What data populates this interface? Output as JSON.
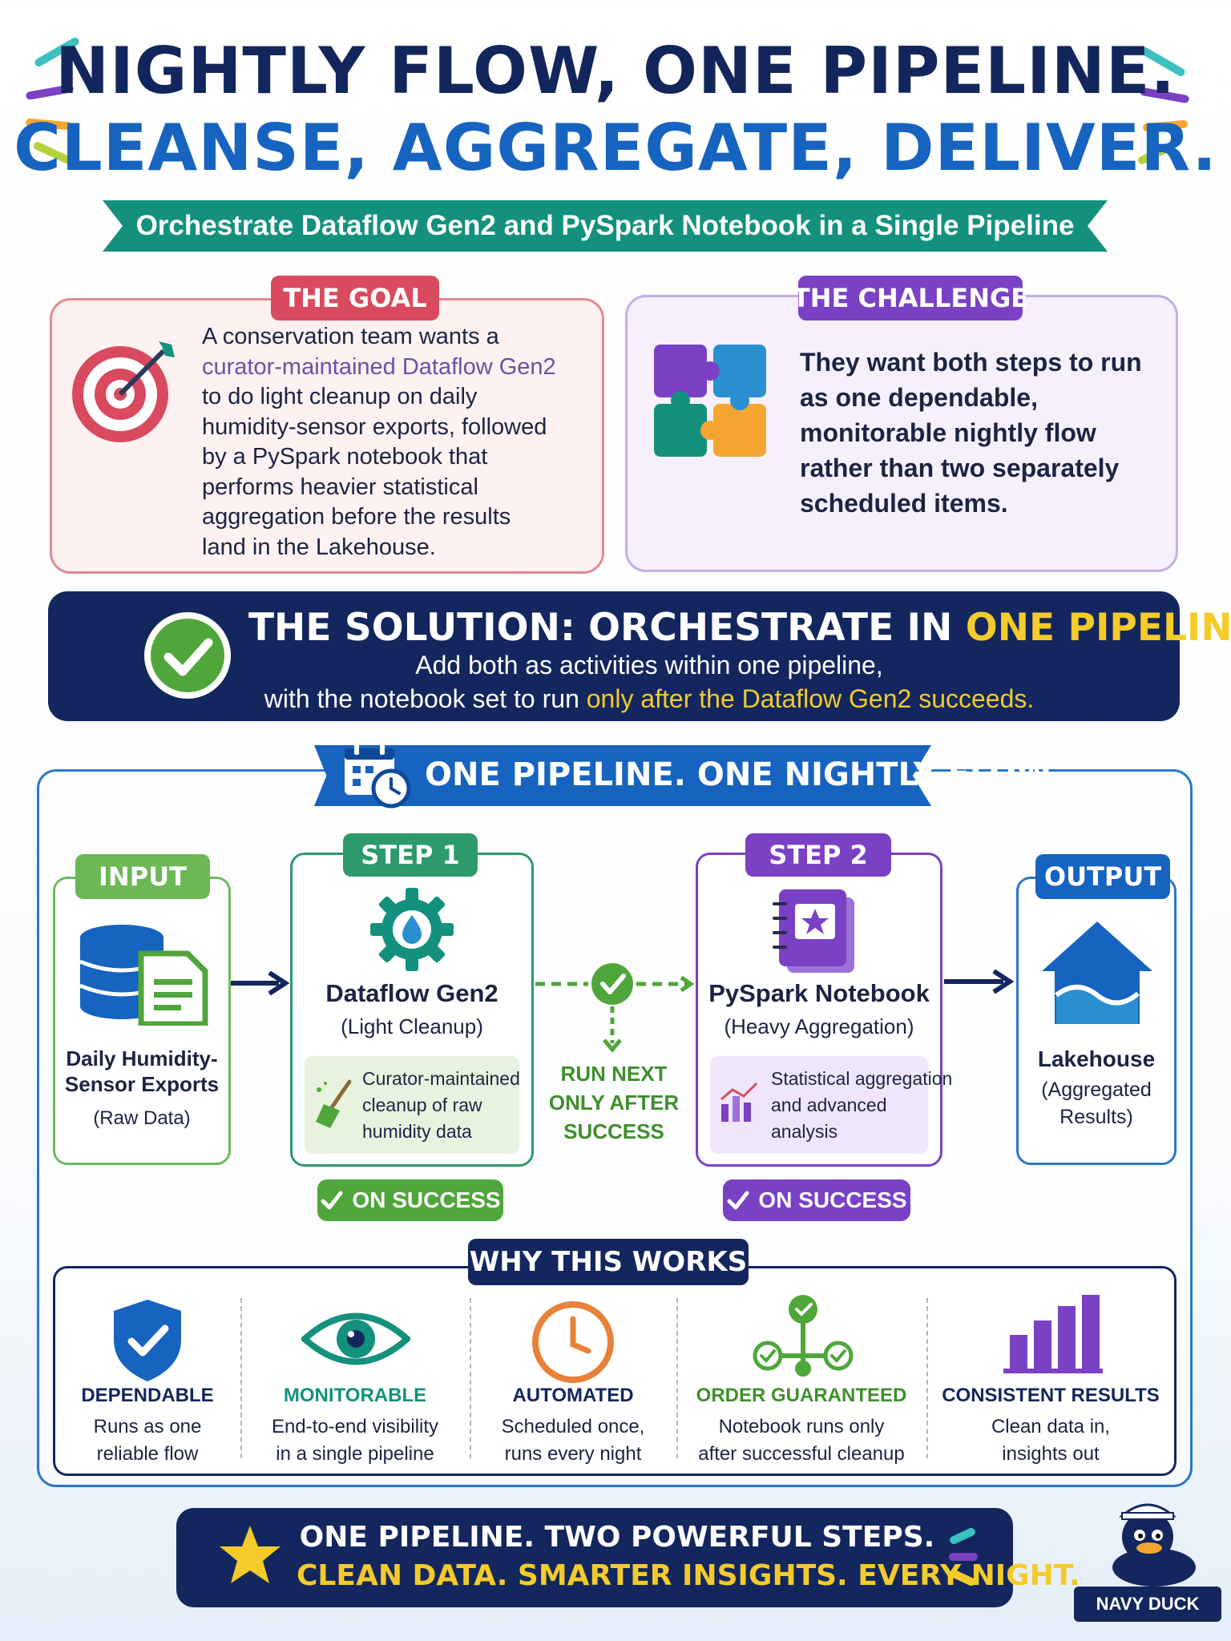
{
  "header": {
    "title_line1": "NIGHTLY FLOW, ONE PIPELINE.",
    "title_line2": "CLEANSE, AGGREGATE, DELIVER.",
    "subtitle": "Orchestrate Dataflow Gen2 and PySpark Notebook in a Single Pipeline"
  },
  "goal": {
    "tag": "THE GOAL",
    "lines": [
      "A conservation team wants a",
      "curator-maintained Dataflow Gen2",
      "to do light cleanup on daily",
      "humidity-sensor exports, followed",
      "by a PySpark notebook that",
      "performs heavier statistical",
      "aggregation before the results",
      "land in the Lakehouse."
    ]
  },
  "challenge": {
    "tag": "THE CHALLENGE",
    "lines": [
      "They want both steps to run",
      "as one dependable,",
      "monitorable nightly flow",
      "rather than two separately",
      "scheduled items."
    ]
  },
  "solution": {
    "title_prefix": "THE SOLUTION: ORCHESTRATE IN ",
    "title_highlight": "ONE PIPELINE",
    "line1": "Add both as activities within one pipeline,",
    "line2_prefix": "with the notebook set to run ",
    "line2_highlight": "only after the Dataflow Gen2 succeeds."
  },
  "pipeline": {
    "banner": "ONE PIPELINE. ONE NIGHTLY FLOW.",
    "input": {
      "tag": "INPUT",
      "name_line1": "Daily Humidity-",
      "name_line2": "Sensor Exports",
      "sub": "(Raw Data)"
    },
    "step1": {
      "tag": "STEP 1",
      "name": "Dataflow Gen2",
      "sub": "(Light Cleanup)",
      "detail": [
        "Curator-maintained",
        "cleanup of raw",
        "humidity data"
      ],
      "pill": "ON SUCCESS"
    },
    "connector": {
      "lines": [
        "RUN NEXT",
        "ONLY AFTER",
        "SUCCESS"
      ]
    },
    "step2": {
      "tag": "STEP 2",
      "name": "PySpark Notebook",
      "sub": "(Heavy Aggregation)",
      "detail": [
        "Statistical aggregation",
        "and advanced",
        "analysis"
      ],
      "pill": "ON SUCCESS"
    },
    "output": {
      "tag": "OUTPUT",
      "name": "Lakehouse",
      "sub_line1": "(Aggregated",
      "sub_line2": "Results)"
    }
  },
  "why": {
    "tag": "WHY THIS WORKS",
    "items": [
      {
        "title": "DEPENDABLE",
        "line1": "Runs as one",
        "line2": "reliable flow",
        "color": "#13275e",
        "icon": "shield-check-icon"
      },
      {
        "title": "MONITORABLE",
        "line1": "End-to-end visibility",
        "line2": "in a single pipeline",
        "color": "#13917d",
        "icon": "eye-icon"
      },
      {
        "title": "AUTOMATED",
        "line1": "Scheduled once,",
        "line2": "runs every night",
        "color": "#13275e",
        "icon": "clock-icon"
      },
      {
        "title": "ORDER GUARANTEED",
        "line1": "Notebook runs only",
        "line2": "after successful cleanup",
        "color": "#3f8f2d",
        "icon": "flow-checks-icon"
      },
      {
        "title": "CONSISTENT RESULTS",
        "line1": "Clean data in,",
        "line2": "insights out",
        "color": "#13275e",
        "icon": "bar-chart-icon"
      }
    ]
  },
  "footer": {
    "line1": "ONE PIPELINE. TWO POWERFUL STEPS.",
    "line2": "CLEAN DATA. SMARTER INSIGHTS. EVERY NIGHT.",
    "brand": "NAVY DUCK"
  },
  "colors": {
    "navy": "#13275e",
    "blue": "#1763c0",
    "teal": "#13917d",
    "green": "#4fa63a",
    "purple": "#7a41c4",
    "red": "#d94a5e",
    "yellow": "#f4cb2a"
  }
}
